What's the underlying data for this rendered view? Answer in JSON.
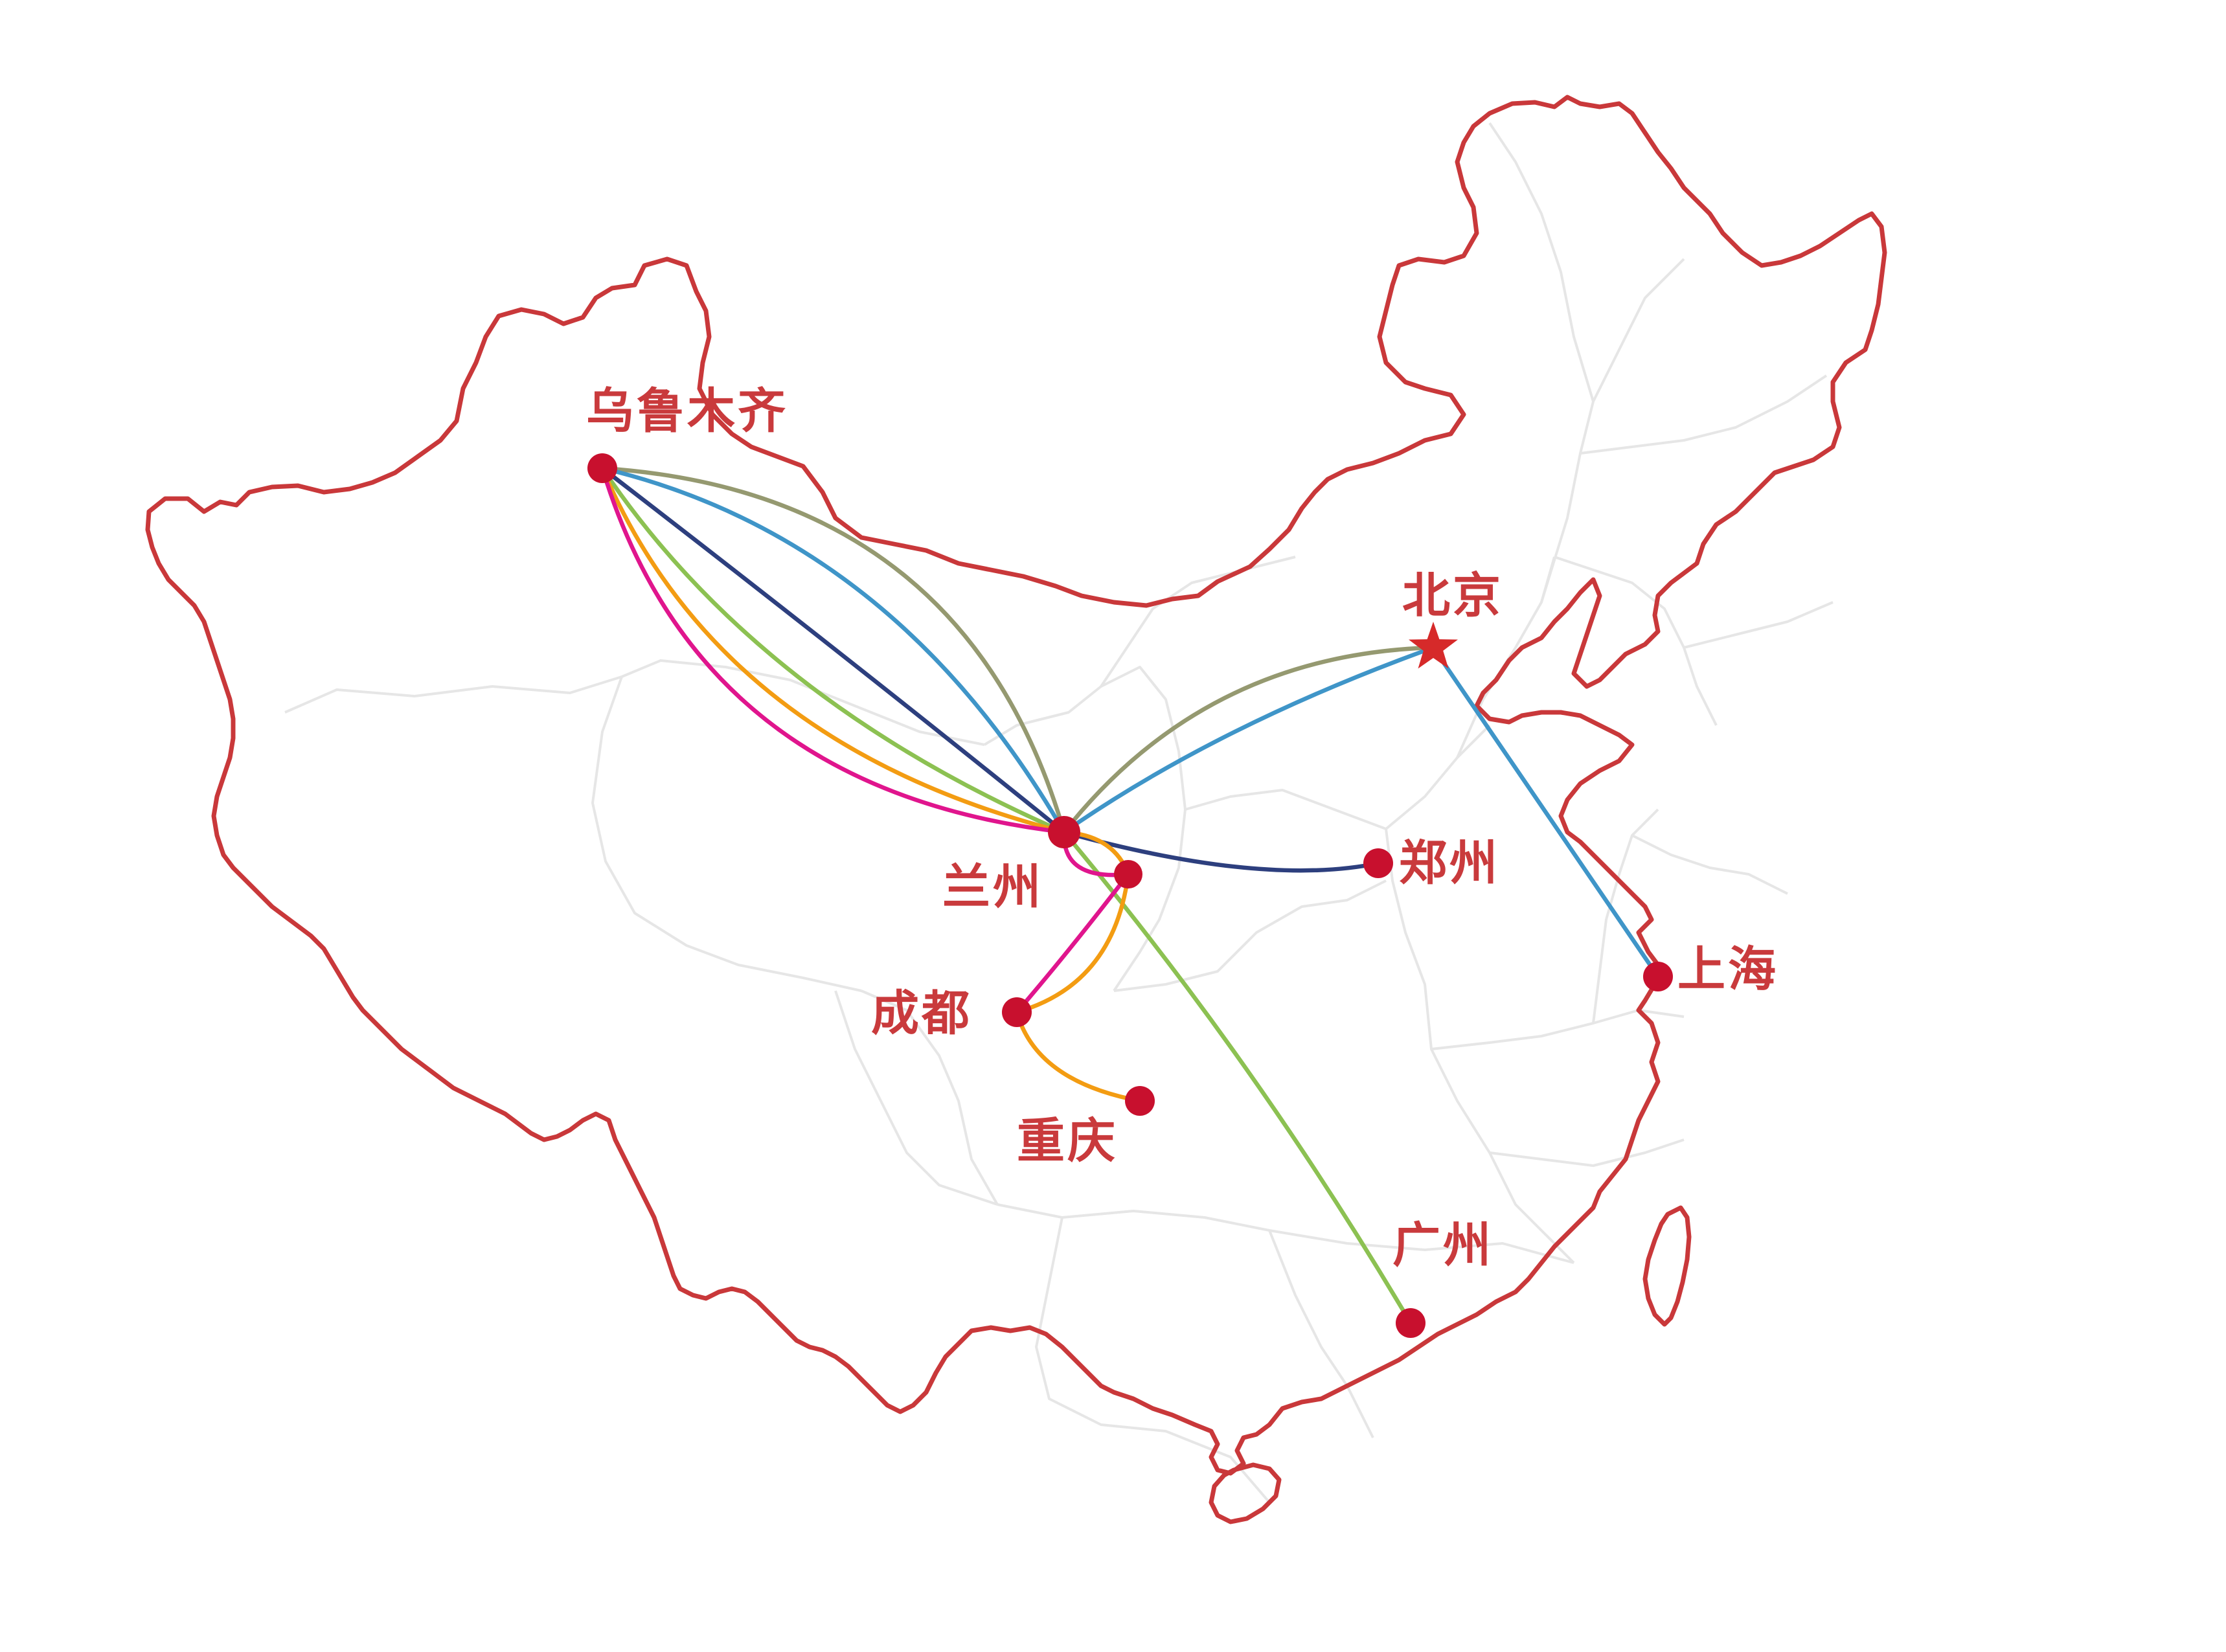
{
  "map": {
    "colors": {
      "border": "#c9383a",
      "province": "#e6e6e6",
      "city": "#c8102e",
      "label": "#c93a3c"
    },
    "cities": [
      {
        "id": "urumqi",
        "name": "乌鲁木齐"
      },
      {
        "id": "beijing",
        "name": "北京",
        "marker": "star-icon"
      },
      {
        "id": "lanzhou",
        "name": "兰州"
      },
      {
        "id": "zhengzhou",
        "name": "郑州"
      },
      {
        "id": "shanghai",
        "name": "上海"
      },
      {
        "id": "chengdu",
        "name": "成都"
      },
      {
        "id": "chongqing",
        "name": "重庆"
      },
      {
        "id": "guangzhou",
        "name": "广州"
      }
    ],
    "routes": [
      {
        "from": "urumqi",
        "to": "lanzhou",
        "color": "#959970"
      },
      {
        "from": "urumqi",
        "to": "lanzhou",
        "color": "#3f95c8"
      },
      {
        "from": "urumqi",
        "to": "lanzhou",
        "color": "#2d3f7e"
      },
      {
        "from": "urumqi",
        "to": "lanzhou",
        "color": "#8cc152"
      },
      {
        "from": "urumqi",
        "to": "lanzhou",
        "color": "#f39c12"
      },
      {
        "from": "urumqi",
        "to": "lanzhou",
        "color": "#e0158d"
      },
      {
        "from": "lanzhou",
        "to": "beijing",
        "color": "#959970"
      },
      {
        "from": "lanzhou",
        "to": "beijing",
        "color": "#3f95c8"
      },
      {
        "from": "lanzhou",
        "to": "zhengzhou",
        "color": "#2d3f7e"
      },
      {
        "from": "beijing",
        "to": "shanghai",
        "color": "#3f95c8"
      },
      {
        "from": "lanzhou",
        "to": "guangzhou",
        "color": "#8cc152"
      },
      {
        "from": "lanzhou",
        "to": "tianshui",
        "color": "#e0158d"
      },
      {
        "from": "lanzhou",
        "to": "tianshui",
        "color": "#f39c12"
      },
      {
        "from": "tianshui",
        "to": "chengdu",
        "color": "#e0158d"
      },
      {
        "from": "tianshui",
        "to": "chengdu",
        "color": "#f39c12"
      },
      {
        "from": "chengdu",
        "to": "chongqing",
        "color": "#f39c12"
      }
    ]
  }
}
